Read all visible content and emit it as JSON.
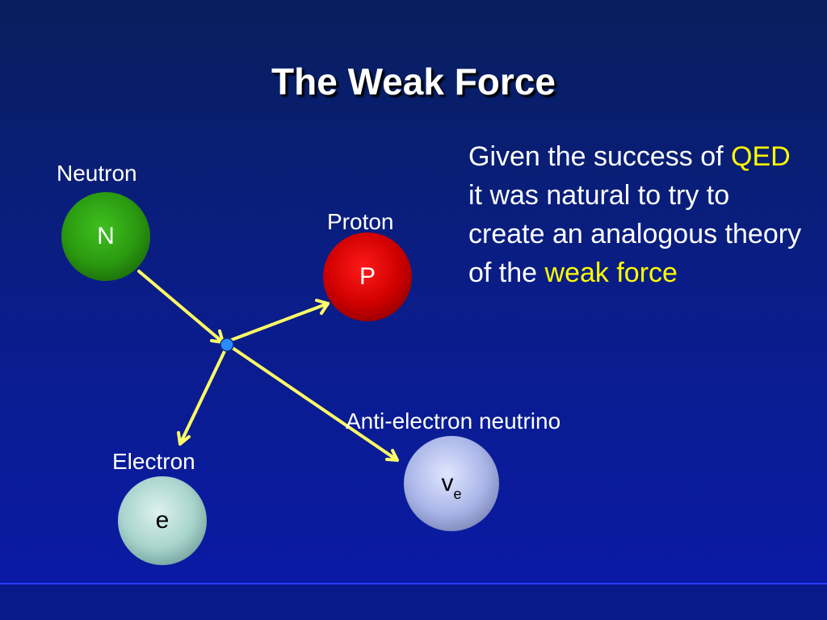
{
  "slide": {
    "title": "The Weak Force"
  },
  "particles": {
    "neutron": {
      "caption": "Neutron",
      "symbol": "N"
    },
    "proton": {
      "caption": "Proton",
      "symbol": "P"
    },
    "electron": {
      "caption": "Electron",
      "symbol": "e"
    },
    "neutrino": {
      "caption": "Anti-electron neutrino",
      "symbol": "v",
      "subscript": "e"
    }
  },
  "text": {
    "part1": "Given the success of ",
    "highlight1": "QED",
    "part2": " it was natural to try to create an analogous theory of the ",
    "highlight2": "weak force"
  },
  "colors": {
    "arrow": "#ffff66",
    "vertex": "#2a8cff",
    "highlight": "#ffff00"
  }
}
